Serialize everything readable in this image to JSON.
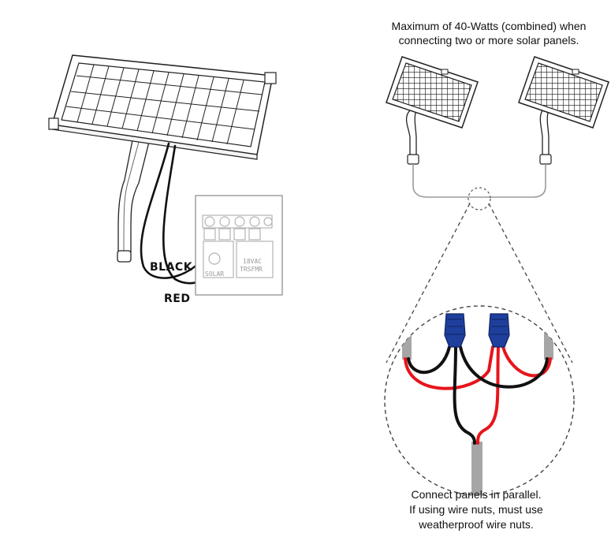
{
  "labels": {
    "black_wire": "BLACK",
    "red_wire": "RED",
    "top_note_line1": "Maximum of 40-Watts (combined) when",
    "top_note_line2": "connecting two or more solar panels.",
    "bottom_note_line1": "Connect panels in parallel.",
    "bottom_note_line2": "If using wire nuts, must use",
    "bottom_note_line3": "weatherproof wire nuts.",
    "terminal_solar": "SOLAR",
    "terminal_vac": "18VAC",
    "terminal_trsfmr": "TRSFMR"
  },
  "colors": {
    "wire_red": "#e8141a",
    "wire_black": "#111111",
    "wire_nut": "#1e3f9c",
    "conduit": "#a6a6a6",
    "line": "#222222",
    "terminal_gray": "#b3b3b3"
  },
  "icons": {
    "panel": "solar-panel-icon",
    "terminal_block": "terminal-block-icon",
    "wire_nut": "wire-nut-icon"
  }
}
